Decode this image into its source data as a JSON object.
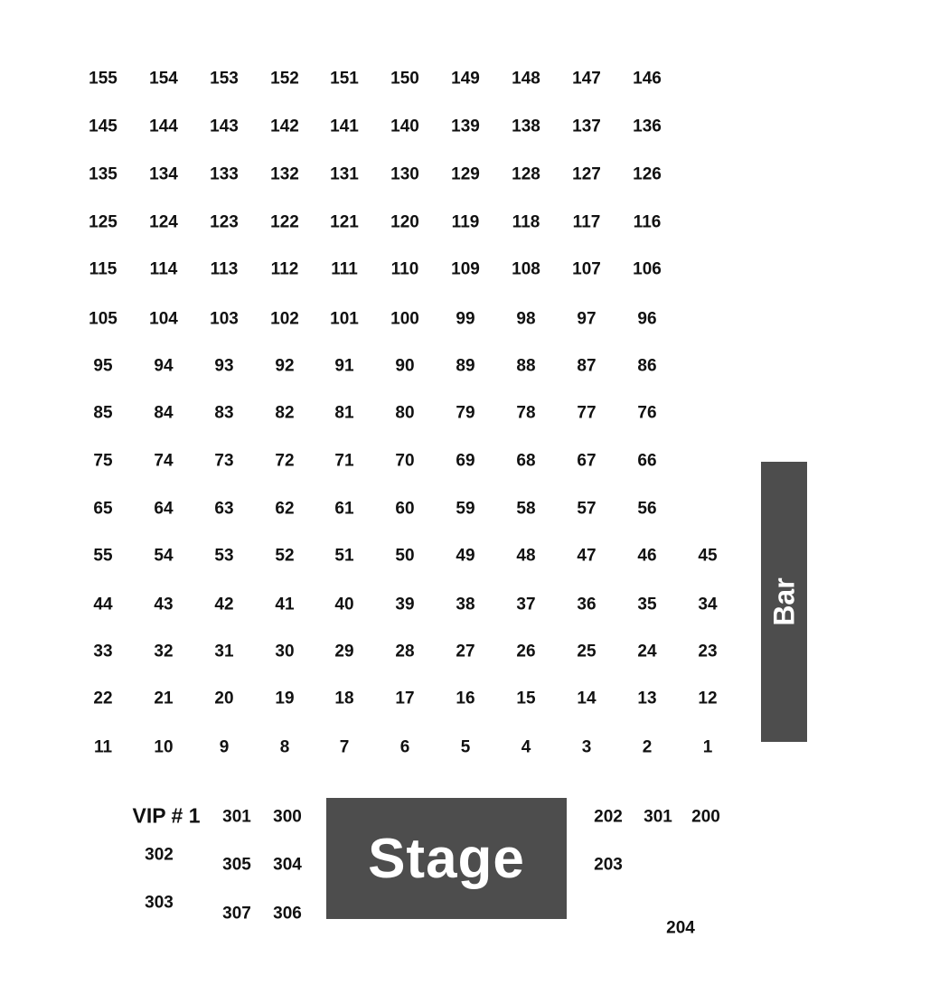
{
  "colors": {
    "venue_block": "#4d4d4d",
    "seat_text": "#111111",
    "background": "#ffffff"
  },
  "stage": {
    "label": "Stage"
  },
  "bar": {
    "label": "Bar"
  },
  "vip": {
    "label": "VIP # 1"
  },
  "floor_rows": [
    [
      "155",
      "154",
      "153",
      "152",
      "151",
      "150",
      "149",
      "148",
      "147",
      "146"
    ],
    [
      "145",
      "144",
      "143",
      "142",
      "141",
      "140",
      "139",
      "138",
      "137",
      "136"
    ],
    [
      "135",
      "134",
      "133",
      "132",
      "131",
      "130",
      "129",
      "128",
      "127",
      "126"
    ],
    [
      "125",
      "124",
      "123",
      "122",
      "121",
      "120",
      "119",
      "118",
      "117",
      "116"
    ],
    [
      "115",
      "114",
      "113",
      "112",
      "111",
      "110",
      "109",
      "108",
      "107",
      "106"
    ],
    [
      "105",
      "104",
      "103",
      "102",
      "101",
      "100",
      "99",
      "98",
      "97",
      "96"
    ],
    [
      "95",
      "94",
      "93",
      "92",
      "91",
      "90",
      "89",
      "88",
      "87",
      "86"
    ],
    [
      "85",
      "84",
      "83",
      "82",
      "81",
      "80",
      "79",
      "78",
      "77",
      "76"
    ],
    [
      "75",
      "74",
      "73",
      "72",
      "71",
      "70",
      "69",
      "68",
      "67",
      "66"
    ],
    [
      "65",
      "64",
      "63",
      "62",
      "61",
      "60",
      "59",
      "58",
      "57",
      "56"
    ],
    [
      "55",
      "54",
      "53",
      "52",
      "51",
      "50",
      "49",
      "48",
      "47",
      "46",
      "45"
    ],
    [
      "44",
      "43",
      "42",
      "41",
      "40",
      "39",
      "38",
      "37",
      "36",
      "35",
      "34"
    ],
    [
      "33",
      "32",
      "31",
      "30",
      "29",
      "28",
      "27",
      "26",
      "25",
      "24",
      "23"
    ],
    [
      "22",
      "21",
      "20",
      "19",
      "18",
      "17",
      "16",
      "15",
      "14",
      "13",
      "12"
    ],
    [
      "11",
      "10",
      "9",
      "8",
      "7",
      "6",
      "5",
      "4",
      "3",
      "2",
      "1"
    ]
  ],
  "vip_tables": [
    "301",
    "300",
    "302",
    "305",
    "304",
    "303",
    "307",
    "306"
  ],
  "side_tables": [
    "202",
    "301",
    "200",
    "203",
    "204"
  ]
}
